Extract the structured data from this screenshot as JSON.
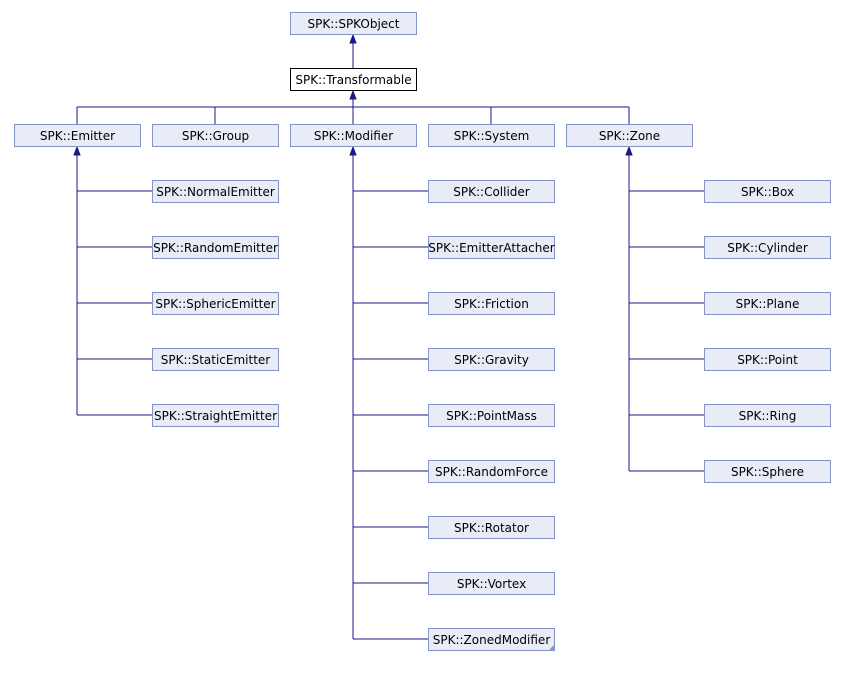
{
  "nodes": [
    {
      "id": "spkobject",
      "label": "SPK::SPKObject"
    },
    {
      "id": "transformable",
      "label": "SPK::Transformable",
      "current": true
    },
    {
      "id": "emitter",
      "label": "SPK::Emitter"
    },
    {
      "id": "group",
      "label": "SPK::Group"
    },
    {
      "id": "modifier",
      "label": "SPK::Modifier"
    },
    {
      "id": "system",
      "label": "SPK::System"
    },
    {
      "id": "zone",
      "label": "SPK::Zone"
    },
    {
      "id": "normalemitter",
      "label": "SPK::NormalEmitter"
    },
    {
      "id": "randomemitter",
      "label": "SPK::RandomEmitter"
    },
    {
      "id": "sphericemitter",
      "label": "SPK::SphericEmitter"
    },
    {
      "id": "staticemitter",
      "label": "SPK::StaticEmitter"
    },
    {
      "id": "straightemitter",
      "label": "SPK::StraightEmitter"
    },
    {
      "id": "collider",
      "label": "SPK::Collider"
    },
    {
      "id": "emitterattacher",
      "label": "SPK::EmitterAttacher"
    },
    {
      "id": "friction",
      "label": "SPK::Friction"
    },
    {
      "id": "gravity",
      "label": "SPK::Gravity"
    },
    {
      "id": "pointmass",
      "label": "SPK::PointMass"
    },
    {
      "id": "randomforce",
      "label": "SPK::RandomForce"
    },
    {
      "id": "rotator",
      "label": "SPK::Rotator"
    },
    {
      "id": "vortex",
      "label": "SPK::Vortex"
    },
    {
      "id": "zonedmodifier",
      "label": "SPK::ZonedModifier",
      "truncated": true
    },
    {
      "id": "box",
      "label": "SPK::Box"
    },
    {
      "id": "cylinder",
      "label": "SPK::Cylinder"
    },
    {
      "id": "plane",
      "label": "SPK::Plane"
    },
    {
      "id": "point",
      "label": "SPK::Point"
    },
    {
      "id": "ring",
      "label": "SPK::Ring"
    },
    {
      "id": "sphere",
      "label": "SPK::Sphere"
    }
  ],
  "edges": [
    {
      "from": "transformable",
      "to": "spkobject"
    },
    {
      "from": "emitter",
      "to": "transformable"
    },
    {
      "from": "group",
      "to": "transformable"
    },
    {
      "from": "modifier",
      "to": "transformable"
    },
    {
      "from": "system",
      "to": "transformable"
    },
    {
      "from": "zone",
      "to": "transformable"
    },
    {
      "from": "normalemitter",
      "to": "emitter"
    },
    {
      "from": "randomemitter",
      "to": "emitter"
    },
    {
      "from": "sphericemitter",
      "to": "emitter"
    },
    {
      "from": "staticemitter",
      "to": "emitter"
    },
    {
      "from": "straightemitter",
      "to": "emitter"
    },
    {
      "from": "collider",
      "to": "modifier"
    },
    {
      "from": "emitterattacher",
      "to": "modifier"
    },
    {
      "from": "friction",
      "to": "modifier"
    },
    {
      "from": "gravity",
      "to": "modifier"
    },
    {
      "from": "pointmass",
      "to": "modifier"
    },
    {
      "from": "randomforce",
      "to": "modifier"
    },
    {
      "from": "rotator",
      "to": "modifier"
    },
    {
      "from": "vortex",
      "to": "modifier"
    },
    {
      "from": "zonedmodifier",
      "to": "modifier"
    },
    {
      "from": "box",
      "to": "zone"
    },
    {
      "from": "cylinder",
      "to": "zone"
    },
    {
      "from": "plane",
      "to": "zone"
    },
    {
      "from": "point",
      "to": "zone"
    },
    {
      "from": "ring",
      "to": "zone"
    },
    {
      "from": "sphere",
      "to": "zone"
    }
  ],
  "colors": {
    "node_fill": "#e8ecf6",
    "node_border": "#8494c4",
    "current_fill": "#ffffff",
    "current_border": "#000000",
    "edge": "#1a1a80"
  }
}
